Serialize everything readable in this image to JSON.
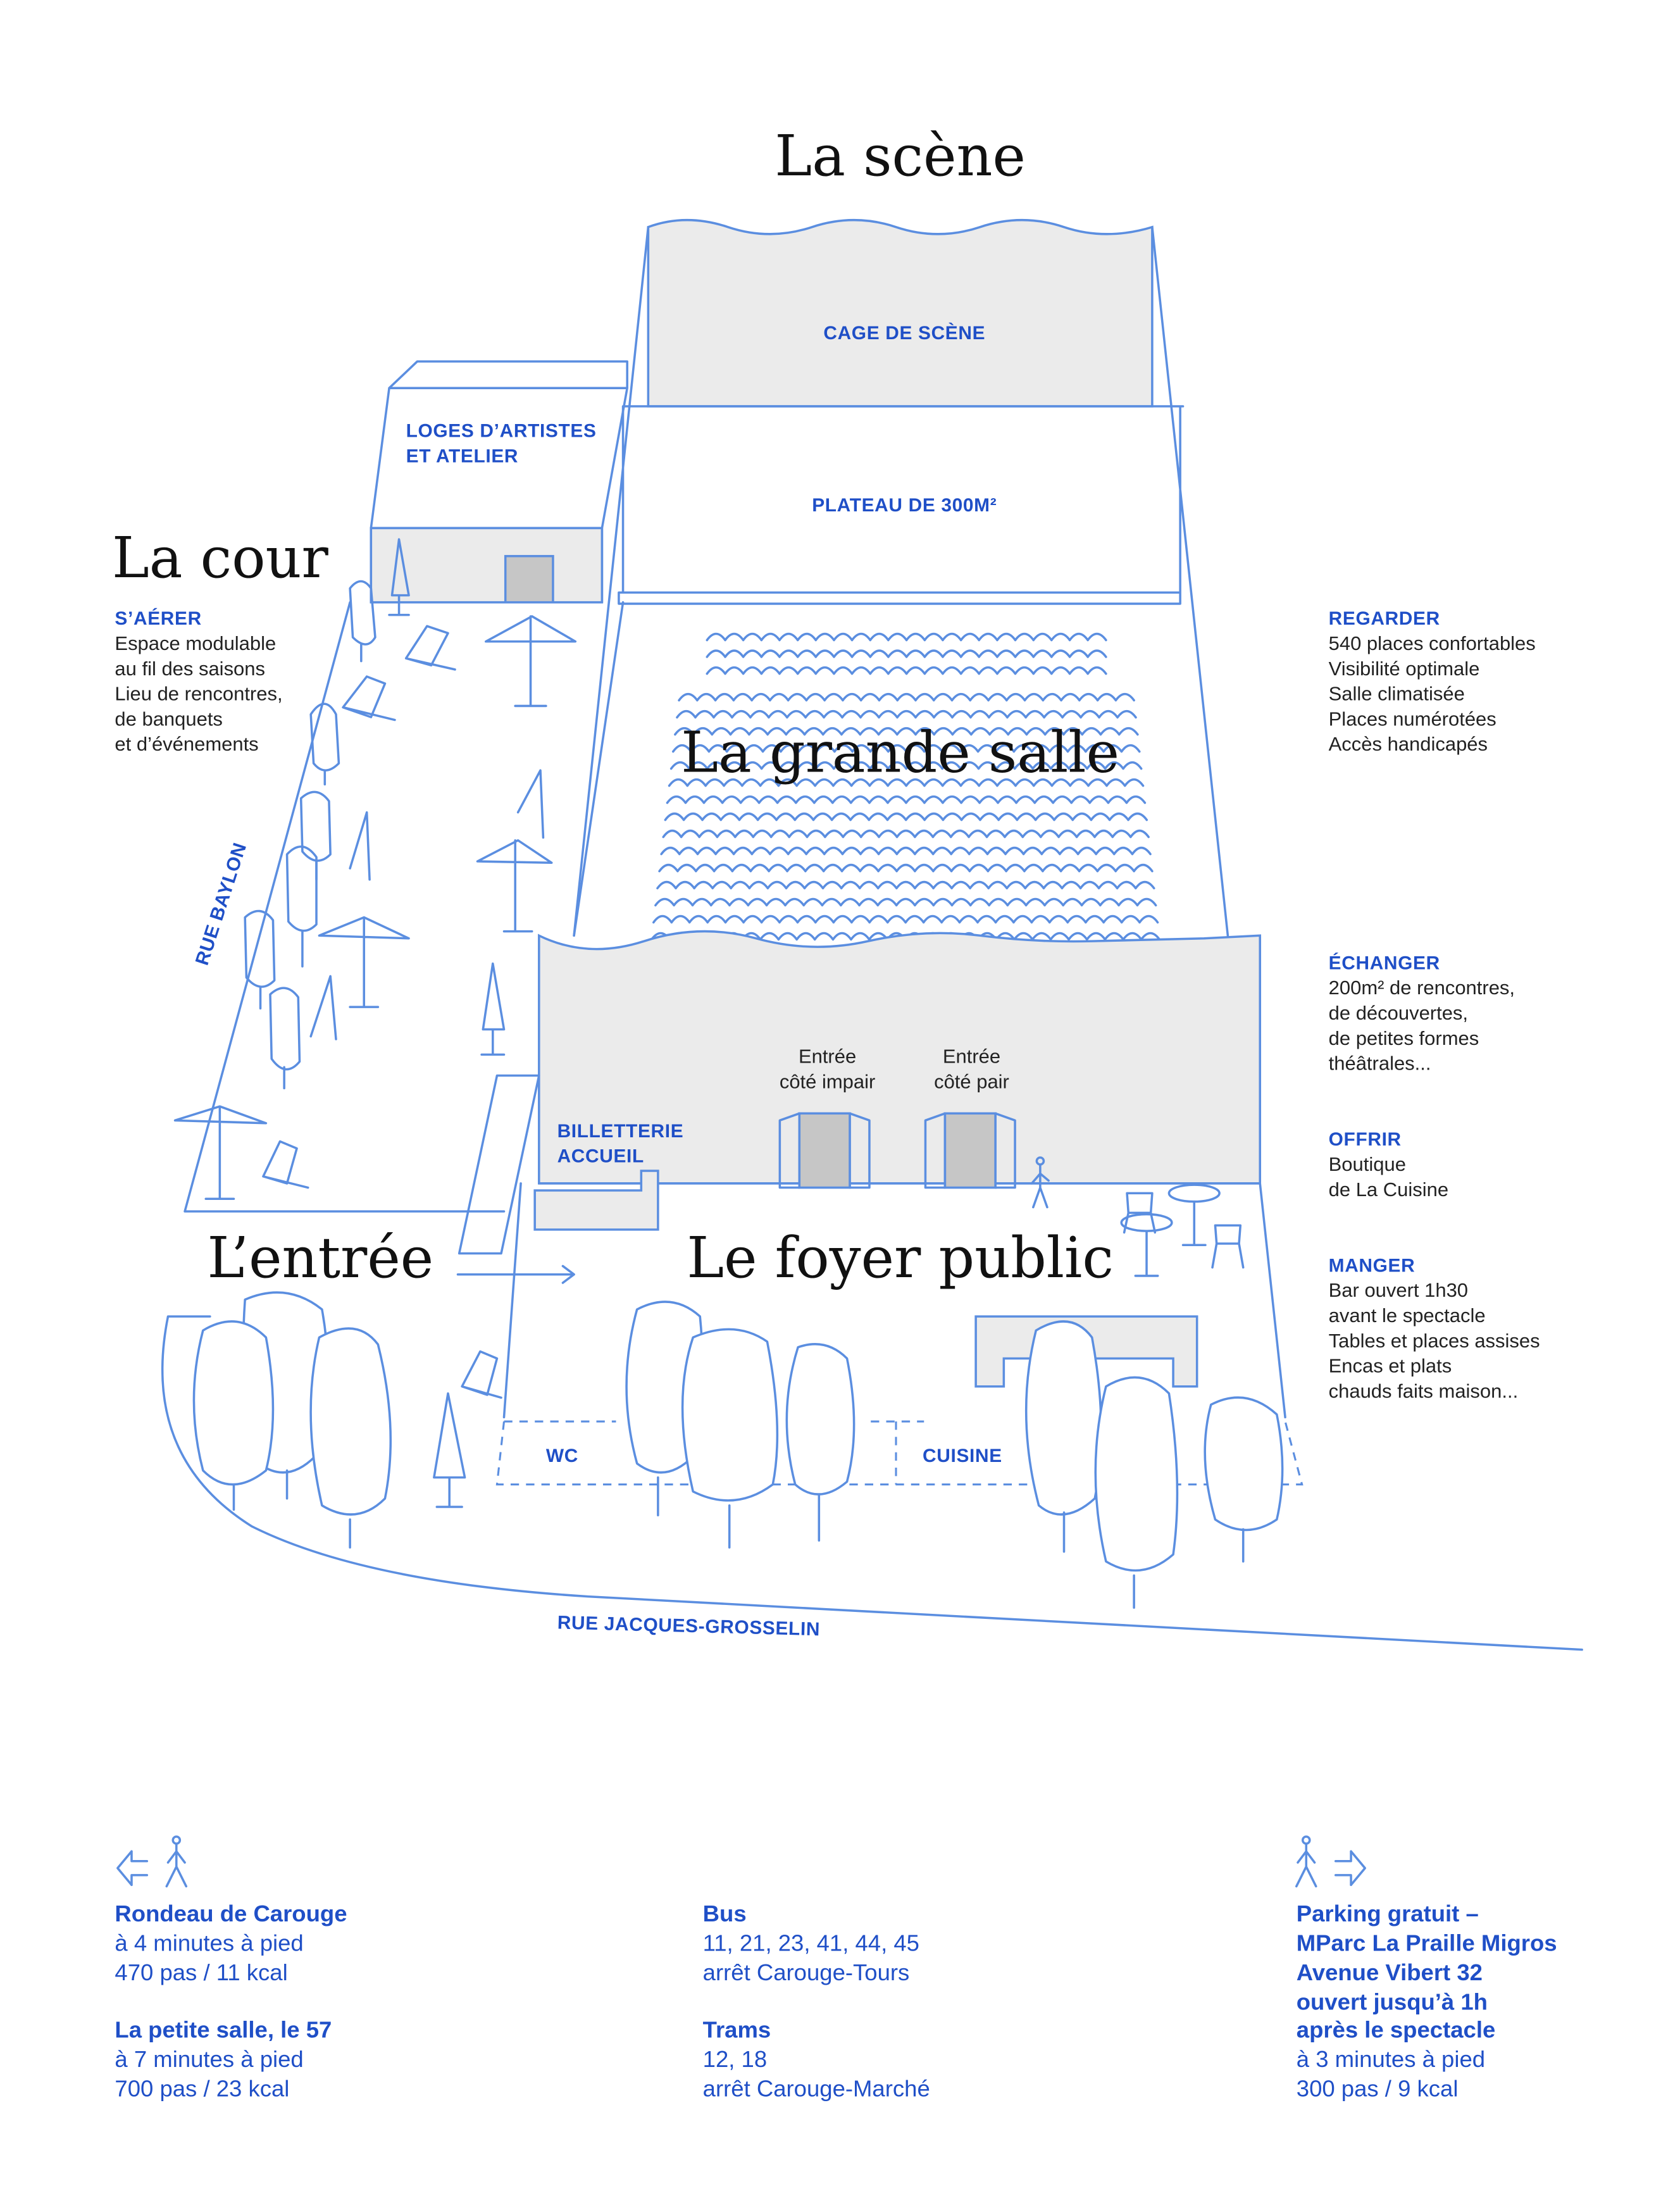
{
  "titles": {
    "scene": "La scène",
    "cour": "La cour",
    "grande_salle": "La grande salle",
    "entree": "L’entrée",
    "foyer": "Le foyer public"
  },
  "labels": {
    "cage": "CAGE DE SCÈNE",
    "plateau": "PLATEAU DE 300M²",
    "loges": [
      "LOGES D’ARTISTES",
      "ET ATELIER"
    ],
    "billetterie": [
      "BILLETTERIE",
      "ACCUEIL"
    ],
    "entree_impair": [
      "Entrée",
      "côté impair"
    ],
    "entree_pair": [
      "Entrée",
      "côté pair"
    ],
    "wc": "WC",
    "cuisine": "CUISINE",
    "rue_baylon": "RUE BAYLON",
    "rue_jacques": "RUE JACQUES-GROSSELIN"
  },
  "left_info": {
    "heading": "S’AÉRER",
    "lines": [
      "Espace modulable",
      "au fil des saisons",
      "Lieu de rencontres,",
      "de banquets",
      "et d’événements"
    ]
  },
  "right_info": [
    {
      "heading": "REGARDER",
      "lines": [
        "540 places confortables",
        "Visibilité optimale",
        "Salle climatisée",
        "Places numérotées",
        "Accès handicapés"
      ]
    },
    {
      "heading": "ÉCHANGER",
      "lines": [
        "200m² de rencontres,",
        "de découvertes,",
        "de petites formes",
        "théâtrales..."
      ]
    },
    {
      "heading": "OFFRIR",
      "lines": [
        "Boutique",
        "de La Cuisine"
      ]
    },
    {
      "heading": "MANGER",
      "lines": [
        "Bar ouvert 1h30",
        "avant le spectacle",
        "Tables et places assises",
        "Encas et plats",
        "chauds faits maison..."
      ]
    }
  ],
  "access": {
    "left": [
      {
        "title": "Rondeau de Carouge",
        "lines": [
          "à 4 minutes à pied",
          "470 pas / 11 kcal"
        ]
      },
      {
        "title": "La petite salle, le 57",
        "lines": [
          "à 7 minutes à pied",
          "700 pas / 23 kcal"
        ]
      }
    ],
    "center": [
      {
        "title": "Bus",
        "lines": [
          "11, 21, 23, 41, 44, 45",
          "arrêt Carouge-Tours"
        ]
      },
      {
        "title": "Trams",
        "lines": [
          "12, 18",
          "arrêt Carouge-Marché"
        ]
      }
    ],
    "right": {
      "title": [
        "Parking gratuit –",
        "MParc La Praille Migros",
        "Avenue Vibert 32",
        "ouvert jusqu’à 1h",
        "après le spectacle"
      ],
      "lines": [
        "à 3 minutes à pied",
        "300 pas / 9 kcal"
      ]
    }
  },
  "colors": {
    "line": "#5b8ee0",
    "text_blue": "#1f4fc7",
    "fill_gray": "#ebebeb"
  }
}
